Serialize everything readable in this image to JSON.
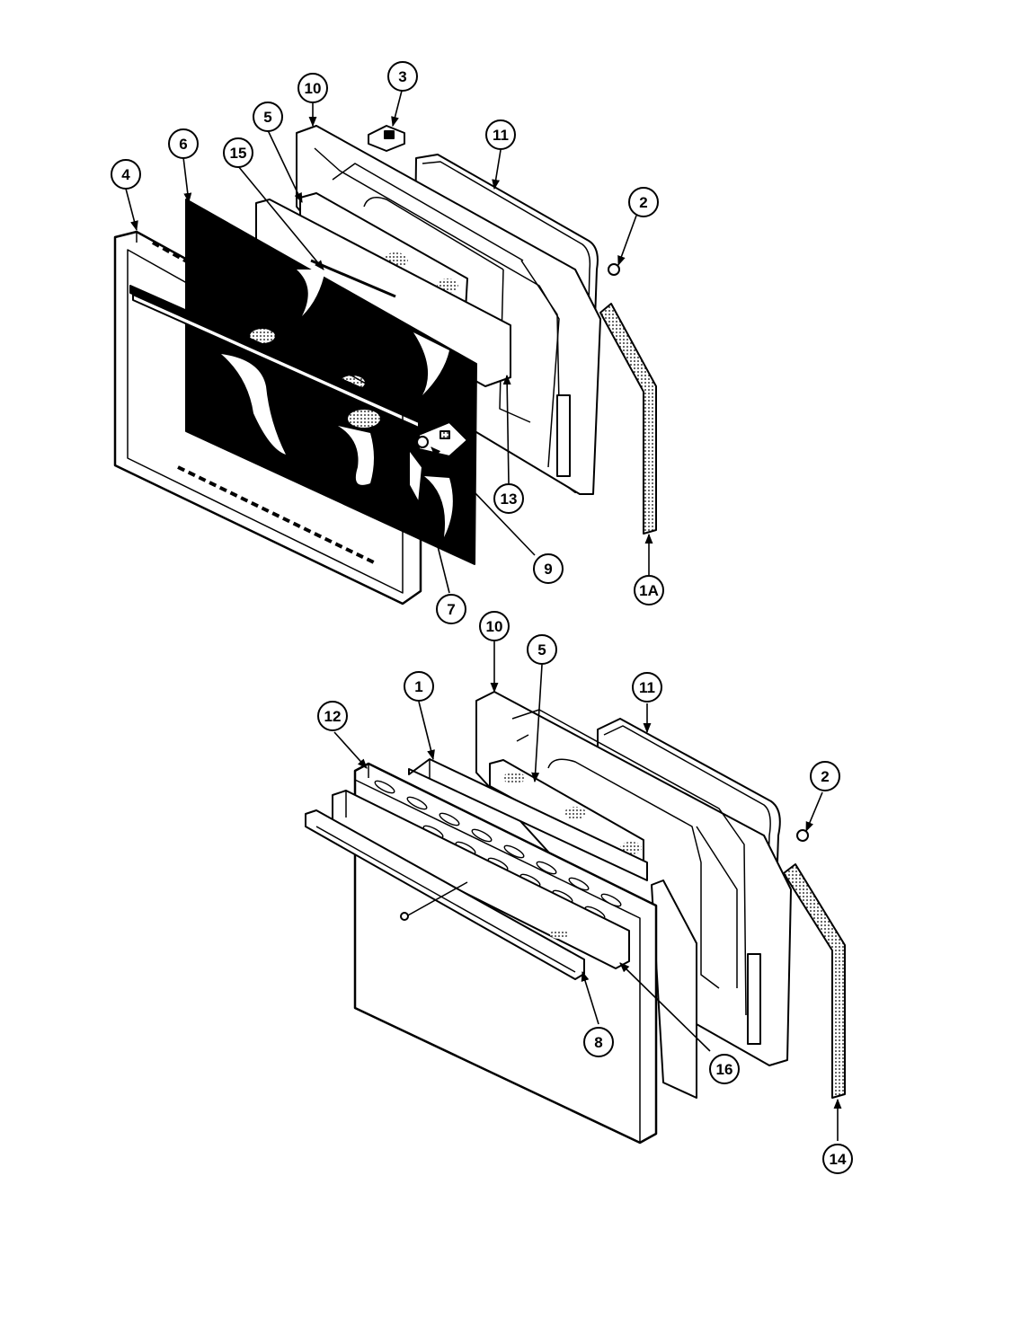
{
  "diagram": {
    "upper_assembly": {
      "callouts": [
        {
          "id": "u-3",
          "label": "3"
        },
        {
          "id": "u-10",
          "label": "10"
        },
        {
          "id": "u-5",
          "label": "5"
        },
        {
          "id": "u-11",
          "label": "11"
        },
        {
          "id": "u-6",
          "label": "6"
        },
        {
          "id": "u-15",
          "label": "15"
        },
        {
          "id": "u-4",
          "label": "4"
        },
        {
          "id": "u-2",
          "label": "2"
        },
        {
          "id": "u-13",
          "label": "13"
        },
        {
          "id": "u-9",
          "label": "9"
        },
        {
          "id": "u-7",
          "label": "7"
        },
        {
          "id": "u-14a",
          "label": "1A"
        }
      ]
    },
    "lower_assembly": {
      "callouts": [
        {
          "id": "l-10",
          "label": "10"
        },
        {
          "id": "l-5",
          "label": "5"
        },
        {
          "id": "l-1",
          "label": "1"
        },
        {
          "id": "l-11",
          "label": "11"
        },
        {
          "id": "l-12",
          "label": "12"
        },
        {
          "id": "l-2",
          "label": "2"
        },
        {
          "id": "l-8",
          "label": "8"
        },
        {
          "id": "l-16",
          "label": "16"
        },
        {
          "id": "l-14",
          "label": "14"
        }
      ]
    }
  }
}
